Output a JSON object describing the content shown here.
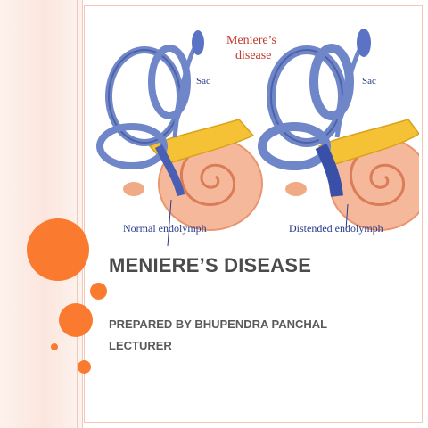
{
  "slide": {
    "title": "MENIERE’S DISEASE",
    "subtitle_line1": "PREPARED BY BHUPENDRA PANCHAL",
    "subtitle_line2": "LECTURER"
  },
  "figure": {
    "heading_line1": "Meniere’s",
    "heading_line2": "disease",
    "left_sac_label": "Sac",
    "right_sac_label": "Sac",
    "left_caption": "Normal endolymph",
    "right_caption": "Distended endolymph"
  },
  "colors": {
    "accent": "#fa7a2f",
    "strip": "#fbe6de",
    "title": "#4b4b4b",
    "figure_label": "#2a3a8c",
    "heading_red": "#c0392b"
  }
}
